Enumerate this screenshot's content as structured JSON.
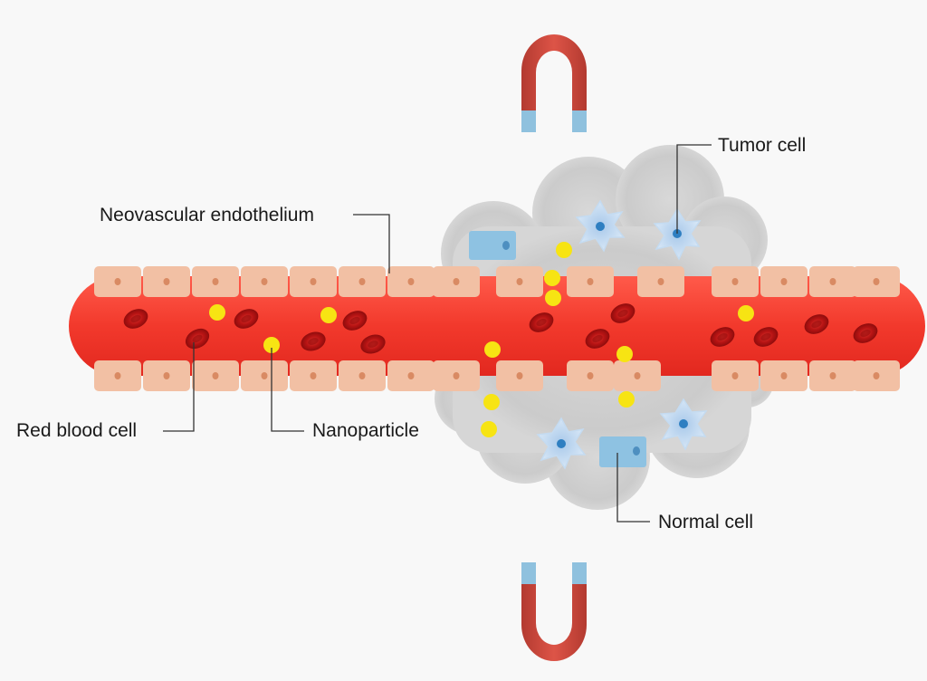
{
  "labels": {
    "tumor_cell": "Tumor cell",
    "neovascular_endothelium": "Neovascular endothelium",
    "red_blood_cell": "Red blood cell",
    "nanoparticle": "Nanoparticle",
    "normal_cell": "Normal cell"
  },
  "colors": {
    "vessel": "#f44236",
    "endothelial_cell": "#f2c0a4",
    "red_blood_cell": "#c01818",
    "nanoparticle": "#f7e413",
    "tumor_cell": "#b8d4ee",
    "normal_cell": "#8ec2e2",
    "tumor_mass": "#cfcfcf",
    "magnet": "#c8463a",
    "magnet_pole": "#8fc1de"
  }
}
